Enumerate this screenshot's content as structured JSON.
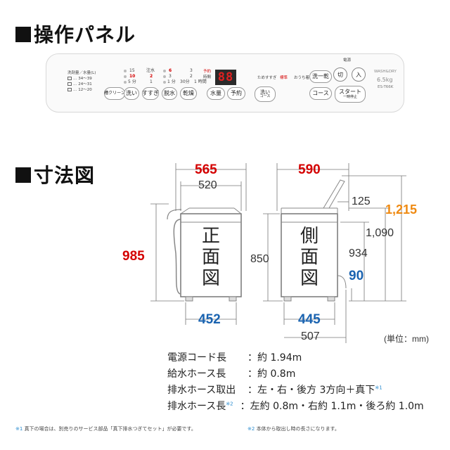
{
  "panel_section": {
    "title": "操作パネル"
  },
  "dimension_section": {
    "title": "寸法図"
  },
  "control_panel": {
    "capacity_heading": "洗剤量／水量(L)",
    "capacity_rows": [
      "… 34～39",
      "… 24～31",
      "… 12～20"
    ],
    "wash_times": [
      "15",
      "10",
      "5 分"
    ],
    "rinse_times": [
      "注水",
      "2",
      "1"
    ],
    "spin_times": [
      "6",
      "3",
      "1 分"
    ],
    "dry_labels": [
      "3",
      "2",
      "30分",
      "1 時間"
    ],
    "soak_label": "槽クリーン",
    "wash_label": "洗い",
    "rinse_label": "すすぎ",
    "spin_label": "脱水",
    "dry_label": "乾燥",
    "reserve_indicator": "予約",
    "hour_indicator": "時間",
    "water_button": "水量",
    "reserve_button": "予約",
    "display_value": "88",
    "course_heading": "洗い",
    "course_sub": "コース",
    "course_options": [
      "ためすすぎ",
      "標準",
      "おうち着"
    ],
    "wash_dry_button": "洗一乾",
    "course_button": "コース",
    "power_heading": "電源",
    "power_off": "切",
    "power_on": "入",
    "start_button": "スタート",
    "start_sub": "一時停止",
    "brand_text": "WASH&DRY",
    "capacity_text": "6.5kg",
    "model_text": "ES-T66K"
  },
  "dimensions": {
    "front_width_max": "565",
    "front_width_body": "520",
    "front_depth_base": "452",
    "front_height": "985",
    "side_depth_max": "590",
    "side_depth_base_inner": "445",
    "side_depth_base_outer": "507",
    "side_height": "850",
    "side_hose_offset": "125",
    "lid_open_height": "1,215",
    "height_to_lid": "1,090",
    "inner_height": "934",
    "hose_height": "90",
    "unit_note": "(単位：mm)",
    "front_view_label": "正面図",
    "side_view_label": "側面図"
  },
  "specs": [
    {
      "label": "電源コード長",
      "value": "：約 1.94m",
      "mark": ""
    },
    {
      "label": "給水ホース長",
      "value": "：約 0.8m",
      "mark": ""
    },
    {
      "label": "排水ホース取出",
      "value": "：左・右・後方 3方向＋真下",
      "mark": "※1"
    },
    {
      "label": "排水ホース長",
      "value": "：左約 0.8m・右約 1.1m・後ろ約 1.0m",
      "mark": "※2"
    }
  ],
  "footnotes": [
    {
      "mark": "※1",
      "text": "真下の場合は、別売りのサービス部品「真下排水つぎてセット」が必要です。"
    },
    {
      "mark": "※2",
      "text": "本体から取出し時の長さになります。"
    }
  ],
  "colors": {
    "red": "#d40000",
    "blue": "#1a63b0",
    "orange": "#ef8a12",
    "note_mark": "#2a8ccf"
  }
}
